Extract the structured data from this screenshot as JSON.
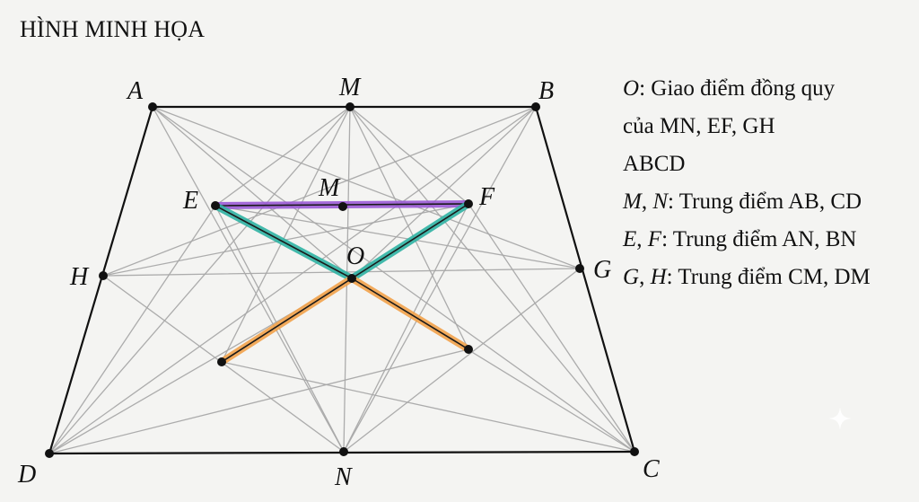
{
  "title": "HÌNH MINH HỌA",
  "points": [
    {
      "id": "A",
      "label": "A"
    },
    {
      "id": "M",
      "label": "M"
    },
    {
      "id": "B",
      "label": "B"
    },
    {
      "id": "E",
      "label": "E"
    },
    {
      "id": "M2",
      "label": "M"
    },
    {
      "id": "F",
      "label": "F"
    },
    {
      "id": "H",
      "label": "H"
    },
    {
      "id": "O",
      "label": "O"
    },
    {
      "id": "G",
      "label": "G"
    },
    {
      "id": "D",
      "label": "D"
    },
    {
      "id": "N",
      "label": "N"
    },
    {
      "id": "C",
      "label": "C"
    }
  ],
  "legend": {
    "line1_var": "O",
    "line1_text": ": Giao điểm đồng quy",
    "line2_text": "của MN, EF, GH",
    "line3_text": "ABCD",
    "line4_var1": "M",
    "line4_sep": ", ",
    "line4_var2": "N",
    "line4_text": ": Trung điểm AB, CD",
    "line5_var1": "E",
    "line5_sep": ", ",
    "line5_var2": "F",
    "line5_text": ": Trung điểm AN, BN",
    "line6_var1": "G",
    "line6_sep": ", ",
    "line6_var2": "H",
    "line6_text": ": Trung điểm CM, DM"
  },
  "colors": {
    "outline": "#111111",
    "construction": "#a8a8a8",
    "purple": "#9b5bd6",
    "teal": "#2fb3a3",
    "orange": "#f2a24a",
    "point": "#111111"
  }
}
